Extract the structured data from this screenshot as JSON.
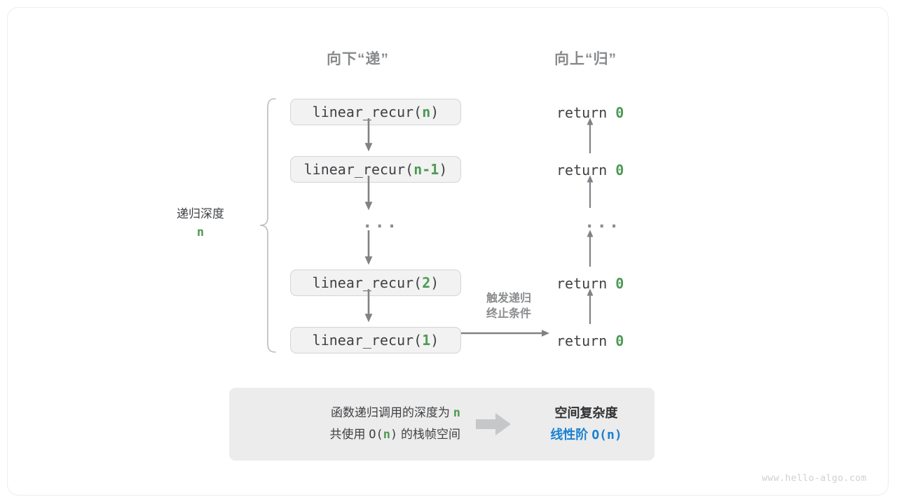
{
  "headers": {
    "down": "向下“递”",
    "up": "向上“归”"
  },
  "depth": {
    "label": "递归深度",
    "value": "n"
  },
  "calls": [
    {
      "prefix": "linear_recur(",
      "arg": "n",
      "suffix": ")"
    },
    {
      "prefix": "linear_recur(",
      "arg": "n-1",
      "suffix": ")"
    },
    {
      "ellipsis": "···"
    },
    {
      "prefix": "linear_recur(",
      "arg": "2",
      "suffix": ")"
    },
    {
      "prefix": "linear_recur(",
      "arg": "1",
      "suffix": ")"
    }
  ],
  "returns": [
    {
      "text": "return ",
      "value": "0"
    },
    {
      "text": "return ",
      "value": "0"
    },
    {
      "ellipsis": "···"
    },
    {
      "text": "return ",
      "value": "0"
    },
    {
      "text": "return ",
      "value": "0"
    }
  ],
  "terminate_note": {
    "line1": "触发递归",
    "line2": "终止条件"
  },
  "summary": {
    "left_line1_a": "函数递归调用的深度为 ",
    "left_line1_n": "n",
    "left_line2_a": "共使用 ",
    "left_line2_O": "O(",
    "left_line2_n": "n",
    "left_line2_b": ")",
    "left_line2_c": " 的栈帧空间",
    "arrow_icon": "right-block-arrow",
    "right_title": "空间复杂度",
    "right_result_label": "线性阶 ",
    "right_result_value": "O(n)"
  },
  "watermark": "www.hello-algo.com",
  "colors": {
    "green": "#4c9a54",
    "blue": "#1a81d2",
    "gray_text": "#3f4144",
    "muted": "#8a8c8e",
    "box_fill": "#f2f2f2",
    "box_border": "#d3d4d5",
    "panel_fill": "#ececec",
    "arrow": "#808285"
  }
}
